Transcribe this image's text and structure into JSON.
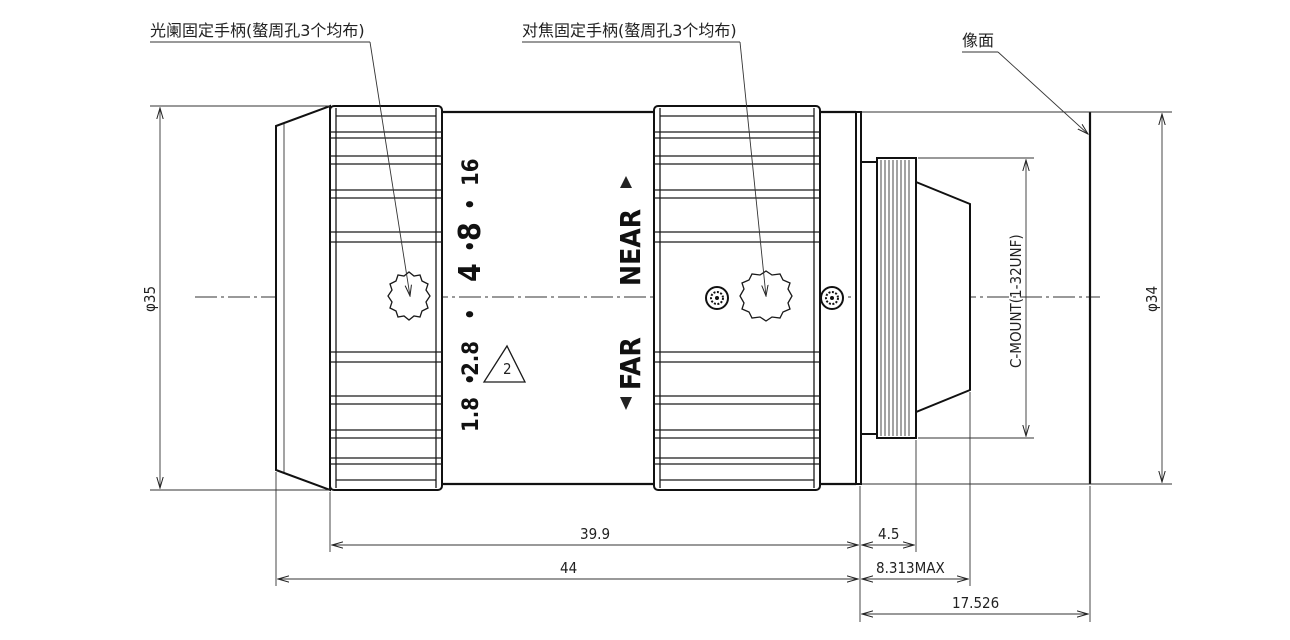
{
  "callouts": {
    "aperture_handle": "光阑固定手柄(螯周孔3个均布)",
    "focus_handle": "对焦固定手柄(螯周孔3个均布)",
    "image_plane": "像面"
  },
  "dimensions": {
    "front_diameter": "φ35",
    "rear_diameter": "φ34",
    "mount": "C-MOUNT(1-32UNF)",
    "body_length": "39.9",
    "total_length": "44",
    "flange_step": "4.5",
    "rear_protrusion": "8.313MAX",
    "flange_focal": "17.526"
  },
  "lens_markings": {
    "f_18": "1.8",
    "f_28": "2.8",
    "f_4": "4",
    "f_8": "8",
    "f_16": "16",
    "triangle_number": "2",
    "near": "NEAR",
    "far": "FAR"
  }
}
